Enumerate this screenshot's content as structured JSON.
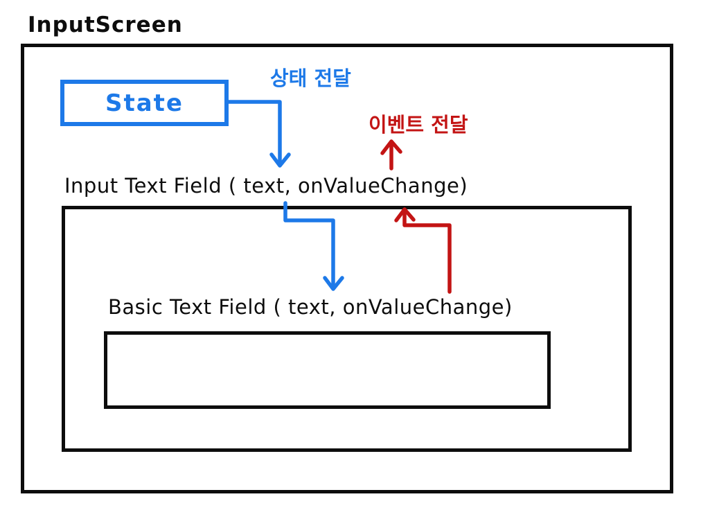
{
  "title": "InputScreen",
  "colors": {
    "accent_blue": "#1d79e8",
    "accent_red": "#c31414",
    "outline": "#0d0d0d"
  },
  "state_box": {
    "label": "State"
  },
  "annotations": {
    "state_flow_label": "상태 전달",
    "event_flow_label": "이벤트 전달"
  },
  "nodes": {
    "input_text_field_label": "Input Text Field ( text, onValueChange)",
    "basic_text_field_label": "Basic Text Field ( text, onValueChange)"
  }
}
